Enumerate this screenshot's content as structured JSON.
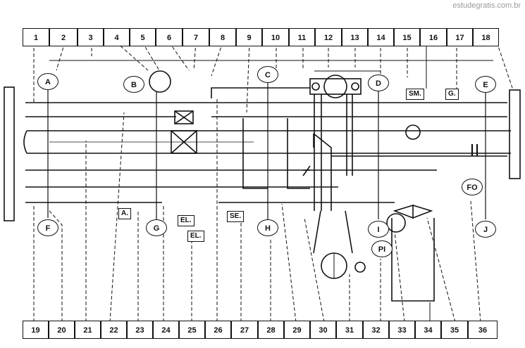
{
  "watermark": "estudegratis.com.br",
  "top_numbers": [
    "1",
    "2",
    "3",
    "4",
    "5",
    "6",
    "7",
    "8",
    "9",
    "10",
    "11",
    "12",
    "13",
    "14",
    "15",
    "16",
    "17",
    "18"
  ],
  "bottom_numbers": [
    "19",
    "20",
    "21",
    "22",
    "23",
    "24",
    "25",
    "26",
    "27",
    "28",
    "29",
    "30",
    "31",
    "32",
    "33",
    "34",
    "35",
    "36"
  ],
  "circle_labels": {
    "A": "A",
    "B": "B",
    "C": "C",
    "D": "D",
    "E": "E",
    "F": "F",
    "G": "G",
    "H": "H",
    "I": "I",
    "J": "J",
    "FO": "FO",
    "PI": "PI"
  },
  "box_labels": {
    "SM": "SM.",
    "G_right": "G.",
    "A_left": "A.",
    "EL_1": "EL.",
    "EL_2": "EL.",
    "SE": "SE."
  }
}
